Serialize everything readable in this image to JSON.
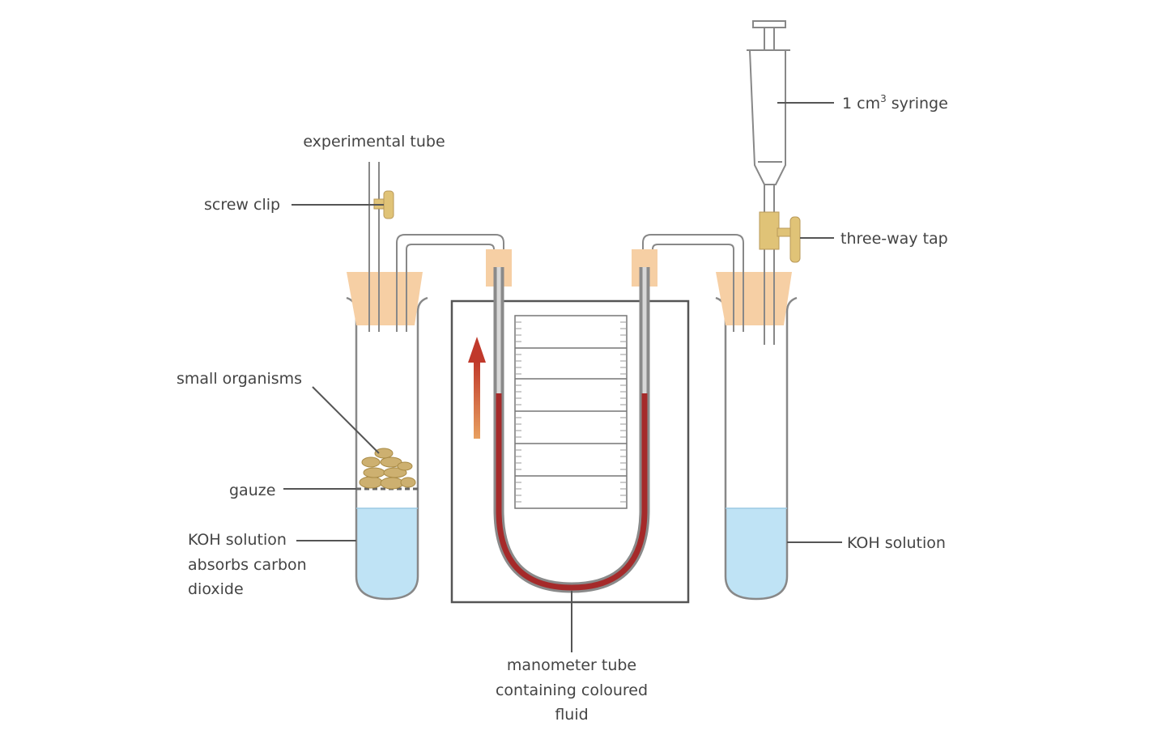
{
  "labels": {
    "experimental_tube": "experimental tube",
    "screw_clip": "screw clip",
    "small_organisms": "small organisms",
    "gauze": "gauze",
    "koh_left_line1": "KOH solution",
    "koh_left_line2": "absorbs carbon",
    "koh_left_line3": "dioxide",
    "syringe_prefix": "1 cm",
    "syringe_sup": "3",
    "syringe_suffix": " syringe",
    "three_way_tap": "three-way tap",
    "koh_right": "KOH solution",
    "manometer_line1": "manometer tube",
    "manometer_line2": "containing coloured",
    "manometer_line3": "fluid"
  },
  "colors": {
    "koh_solution": "#bfe3f5",
    "bung": "#f6cfa4",
    "tap_brass": "#e0c377",
    "coloured_fluid": "#a52a2a",
    "arrow": "#c0392b",
    "organisms": "#cdb070"
  }
}
